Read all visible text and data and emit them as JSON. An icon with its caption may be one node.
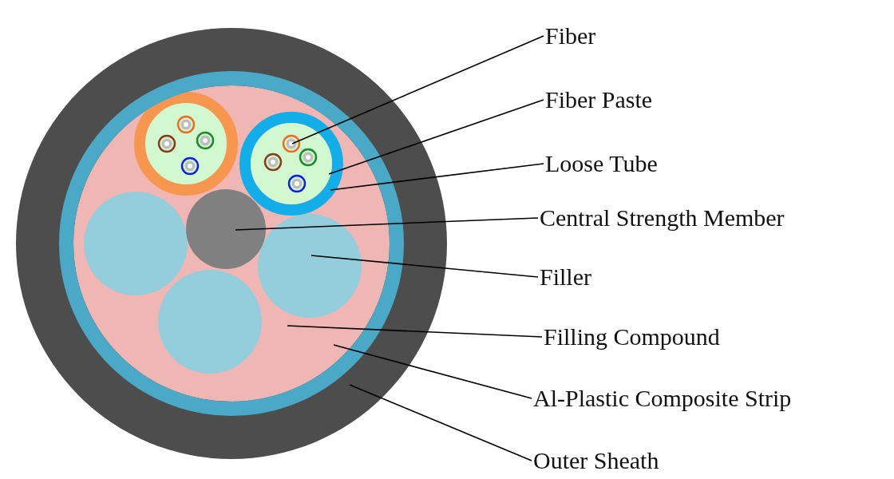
{
  "diagram": {
    "nodes": [
      {
        "text": [
          "Fiber"
        ]
      },
      {
        "text": [
          "Fiber Paste"
        ]
      },
      {
        "text": [
          "Loose Tube"
        ]
      },
      {
        "text": [
          "Central Strength Member"
        ]
      },
      {
        "text": [
          "Filler"
        ]
      },
      {
        "text": [
          "Filling Compound"
        ]
      },
      {
        "text": [
          "Al-Plastic Composite Strip"
        ]
      },
      {
        "text": [
          "Outer Sheath"
        ]
      },
      {
        "text": [],
        "shape": "circle",
        "in": 9
      },
      {
        "text": [],
        "shape": "circle",
        "in": 10
      },
      {
        "text": [],
        "shape": "circle",
        "in": 13
      },
      {
        "text": [],
        "shape": "circle",
        "in": 13
      },
      {
        "text": [],
        "shape": "circle",
        "in": 13
      },
      {
        "text": [],
        "shape": "circle",
        "in": 15
      },
      {
        "text": [],
        "shape": "circle",
        "in": 15
      },
      {
        "text": [],
        "shape": "circle"
      },
      {
        "text": [],
        "shape": "circle",
        "in": 13
      },
      {
        "text": [],
        "shape": "circle",
        "in": 13
      }
    ],
    "edges": [
      {
        "from": 0,
        "to": 8,
        "arrow": "none"
      },
      {
        "from": 1,
        "to": 9,
        "arrow": "none"
      },
      {
        "from": 2,
        "to": 10,
        "arrow": "none"
      },
      {
        "from": 3,
        "to": 11,
        "arrow": "none"
      },
      {
        "from": 4,
        "to": 12,
        "arrow": "none"
      },
      {
        "from": 5,
        "to": 13,
        "arrow": "none"
      },
      {
        "from": 6,
        "to": 14,
        "arrow": "none"
      },
      {
        "from": 7,
        "to": 15,
        "arrow": "none"
      }
    ]
  }
}
